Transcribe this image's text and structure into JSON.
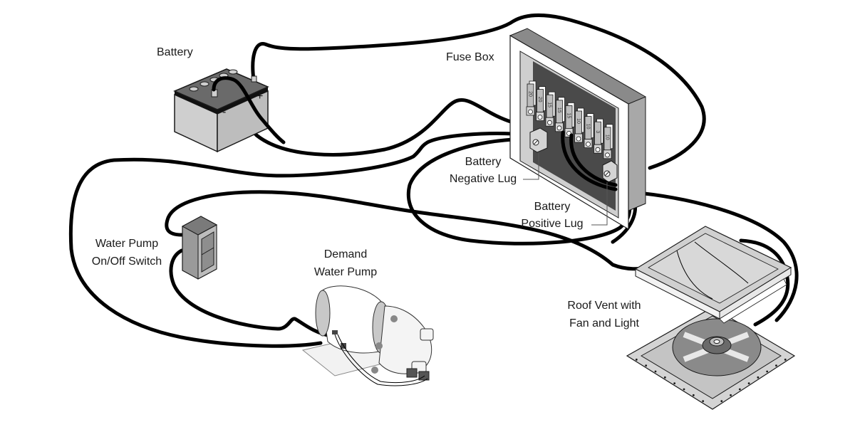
{
  "title": "RV 12V wiring diagram",
  "labels": {
    "battery": "Battery",
    "fuse_box": "Fuse Box",
    "negative_lug": [
      "Battery",
      "Negative Lug"
    ],
    "positive_lug": [
      "Battery",
      "Positive Lug"
    ],
    "switch": [
      "Water Pump",
      "On/Off Switch"
    ],
    "pump": [
      "Demand",
      "Water Pump"
    ],
    "vent": [
      "Roof Vent with",
      "Fan and Light"
    ]
  },
  "battery": {
    "negative_mark": "-",
    "positive_mark": "+"
  },
  "fuses": [
    "20",
    "20",
    "15",
    "15",
    "15",
    "10",
    "10",
    "3",
    "10"
  ],
  "colors": {
    "wire": "#000000",
    "light_gray": "#d4d4d4",
    "mid_gray": "#a8a8a8",
    "dark_gray": "#4a4a4a",
    "outline": "#1a1a1a"
  }
}
